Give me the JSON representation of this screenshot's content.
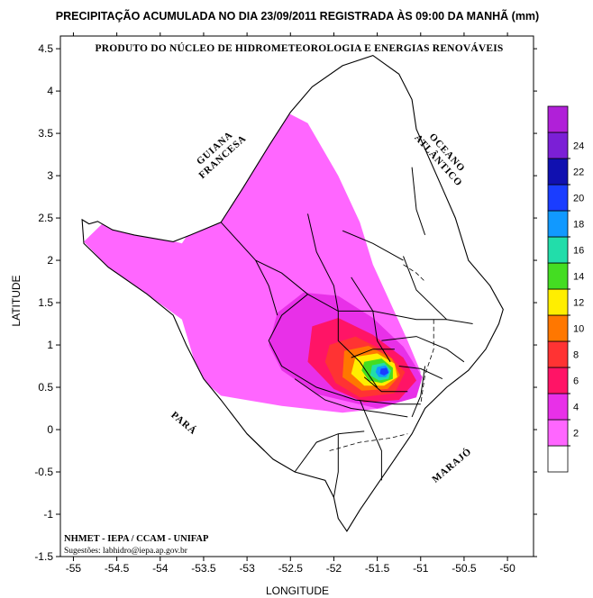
{
  "map": {
    "title": "PRECIPITAÇÃO ACUMULADA NO DIA 23/09/2011 REGISTRADA ÀS 09:00 DA MANHÃ (mm)",
    "subtitle": "PRODUTO DO NÚCLEO DE HIDROMETEOROLOGIA E ENERGIAS RENOVÁVEIS",
    "credit": "NHMET - IEPA  /  CCAM - UNIFAP",
    "suggestions": "Sugestões: labhidro@iepa.ap.gov.br",
    "xlabel": "LONGITUDE",
    "ylabel": "LATITUDE",
    "xlim": [
      -55.15,
      -49.7
    ],
    "ylim": [
      -1.5,
      4.65
    ],
    "x_ticks": [
      {
        "value": -55,
        "label": "-55"
      },
      {
        "value": -54.5,
        "label": "-54.5"
      },
      {
        "value": -54,
        "label": "-54"
      },
      {
        "value": -53.5,
        "label": "-53.5"
      },
      {
        "value": -53,
        "label": "-53"
      },
      {
        "value": -52.5,
        "label": "-52.5"
      },
      {
        "value": -52,
        "label": "-52"
      },
      {
        "value": -51.5,
        "label": "-51.5"
      },
      {
        "value": -51,
        "label": "-51"
      },
      {
        "value": -50.5,
        "label": "-50.5"
      },
      {
        "value": -50,
        "label": "-50"
      }
    ],
    "y_ticks": [
      {
        "value": 4.5,
        "label": "4.5"
      },
      {
        "value": 4,
        "label": "4"
      },
      {
        "value": 3.5,
        "label": "3.5"
      },
      {
        "value": 3,
        "label": "3"
      },
      {
        "value": 2.5,
        "label": "2.5"
      },
      {
        "value": 2,
        "label": "2"
      },
      {
        "value": 1.5,
        "label": "1.5"
      },
      {
        "value": 1,
        "label": "1"
      },
      {
        "value": 0.5,
        "label": "0.5"
      },
      {
        "value": 0,
        "label": "0"
      },
      {
        "value": -0.5,
        "label": "-0.5"
      },
      {
        "value": -1,
        "label": "-1"
      },
      {
        "value": -1.5,
        "label": "-1.5"
      }
    ],
    "region_labels": [
      {
        "name": "guiana-francesa",
        "lines": [
          "GUIANA",
          "FRANCESA"
        ],
        "lon": -53.35,
        "lat": 3.3,
        "rotate": -42
      },
      {
        "name": "oceano-atlantico",
        "lines": [
          "OCEANO",
          "ATLÂNTICO"
        ],
        "lon": -50.72,
        "lat": 3.25,
        "rotate": 48
      },
      {
        "name": "para",
        "lines": [
          "PARÁ"
        ],
        "lon": -53.75,
        "lat": 0.05,
        "rotate": 40
      },
      {
        "name": "marajo",
        "lines": [
          "MARAJÓ"
        ],
        "lon": -50.62,
        "lat": -0.45,
        "rotate": -40
      }
    ],
    "precipitation_zones": [
      {
        "level": 2,
        "color": "#ff66ff",
        "points": [
          [
            -54.65,
            2.45
          ],
          [
            -54.2,
            2.32
          ],
          [
            -53.75,
            2.2
          ],
          [
            -53.25,
            3.0
          ],
          [
            -52.95,
            3.55
          ],
          [
            -52.6,
            3.78
          ],
          [
            -52.3,
            3.62
          ],
          [
            -51.95,
            3.0
          ],
          [
            -51.7,
            2.45
          ],
          [
            -51.55,
            1.95
          ],
          [
            -51.35,
            1.5
          ],
          [
            -51.15,
            1.05
          ],
          [
            -51.0,
            0.68
          ],
          [
            -51.05,
            0.4
          ],
          [
            -51.45,
            0.25
          ],
          [
            -51.9,
            0.2
          ],
          [
            -52.6,
            0.28
          ],
          [
            -53.3,
            0.4
          ],
          [
            -53.55,
            0.62
          ],
          [
            -53.75,
            1.3
          ],
          [
            -54.15,
            1.6
          ],
          [
            -54.6,
            1.92
          ],
          [
            -54.88,
            2.22
          ]
        ]
      },
      {
        "level": 4,
        "color": "#e830e8",
        "points": [
          [
            -52.65,
            1.38
          ],
          [
            -52.35,
            1.62
          ],
          [
            -51.95,
            1.58
          ],
          [
            -51.55,
            1.32
          ],
          [
            -51.2,
            0.98
          ],
          [
            -50.98,
            0.62
          ],
          [
            -51.05,
            0.38
          ],
          [
            -51.5,
            0.25
          ],
          [
            -52.2,
            0.42
          ],
          [
            -52.6,
            0.7
          ],
          [
            -52.75,
            1.0
          ]
        ]
      },
      {
        "level": 6,
        "color": "#ff1466",
        "points": [
          [
            -52.25,
            1.22
          ],
          [
            -51.95,
            1.32
          ],
          [
            -51.55,
            1.12
          ],
          [
            -51.2,
            0.85
          ],
          [
            -51.05,
            0.58
          ],
          [
            -51.25,
            0.35
          ],
          [
            -51.65,
            0.32
          ],
          [
            -52.0,
            0.48
          ],
          [
            -52.3,
            0.8
          ]
        ]
      },
      {
        "level": 8,
        "color": "#ff3333",
        "points": [
          [
            -52.05,
            1.0
          ],
          [
            -51.75,
            1.1
          ],
          [
            -51.4,
            0.92
          ],
          [
            -51.18,
            0.68
          ],
          [
            -51.3,
            0.43
          ],
          [
            -51.7,
            0.38
          ],
          [
            -51.98,
            0.55
          ],
          [
            -52.1,
            0.8
          ]
        ]
      },
      {
        "level": 10,
        "color": "#ff7700",
        "points": [
          [
            -51.88,
            0.93
          ],
          [
            -51.6,
            0.99
          ],
          [
            -51.33,
            0.84
          ],
          [
            -51.24,
            0.64
          ],
          [
            -51.38,
            0.48
          ],
          [
            -51.68,
            0.46
          ],
          [
            -51.9,
            0.62
          ]
        ]
      },
      {
        "level": 12,
        "color": "#ffee00",
        "points": [
          [
            -51.75,
            0.86
          ],
          [
            -51.5,
            0.9
          ],
          [
            -51.3,
            0.78
          ],
          [
            -51.27,
            0.62
          ],
          [
            -51.42,
            0.52
          ],
          [
            -51.65,
            0.52
          ],
          [
            -51.8,
            0.66
          ]
        ]
      },
      {
        "level": 14,
        "color": "#44dd22",
        "points": [
          [
            -51.65,
            0.8
          ],
          [
            -51.45,
            0.84
          ],
          [
            -51.32,
            0.73
          ],
          [
            -51.32,
            0.6
          ],
          [
            -51.45,
            0.55
          ],
          [
            -51.6,
            0.58
          ],
          [
            -51.68,
            0.7
          ]
        ]
      },
      {
        "level": 16,
        "color": "#22ddaa",
        "points": [
          [
            -51.56,
            0.76
          ],
          [
            -51.42,
            0.79
          ],
          [
            -51.34,
            0.7
          ],
          [
            -51.37,
            0.6
          ],
          [
            -51.48,
            0.58
          ],
          [
            -51.58,
            0.64
          ]
        ]
      },
      {
        "level": 18,
        "color": "#1199ff",
        "points": [
          [
            -51.5,
            0.74
          ],
          [
            -51.4,
            0.76
          ],
          [
            -51.36,
            0.68
          ],
          [
            -51.4,
            0.62
          ],
          [
            -51.48,
            0.62
          ],
          [
            -51.52,
            0.68
          ]
        ]
      },
      {
        "level": 20,
        "color": "#1a3dff",
        "points": [
          [
            -51.46,
            0.72
          ],
          [
            -51.39,
            0.73
          ],
          [
            -51.37,
            0.67
          ],
          [
            -51.42,
            0.64
          ],
          [
            -51.47,
            0.66
          ]
        ]
      }
    ],
    "state_outline": [
      [
        -54.9,
        2.48
      ],
      [
        -54.82,
        2.43
      ],
      [
        -54.72,
        2.46
      ],
      [
        -54.55,
        2.36
      ],
      [
        -54.3,
        2.3
      ],
      [
        -53.85,
        2.22
      ],
      [
        -53.65,
        2.3
      ],
      [
        -53.3,
        2.45
      ],
      [
        -53.05,
        2.85
      ],
      [
        -52.75,
        3.35
      ],
      [
        -52.5,
        3.75
      ],
      [
        -52.25,
        4.05
      ],
      [
        -51.9,
        4.3
      ],
      [
        -51.55,
        4.42
      ],
      [
        -51.25,
        4.2
      ],
      [
        -51.1,
        3.9
      ],
      [
        -51.05,
        3.55
      ],
      [
        -50.9,
        3.2
      ],
      [
        -50.75,
        2.85
      ],
      [
        -50.6,
        2.5
      ],
      [
        -50.45,
        2.0
      ],
      [
        -50.2,
        1.7
      ],
      [
        -50.05,
        1.42
      ],
      [
        -50.1,
        1.25
      ],
      [
        -50.25,
        0.95
      ],
      [
        -50.45,
        0.7
      ],
      [
        -50.7,
        0.5
      ],
      [
        -50.95,
        0.25
      ],
      [
        -51.1,
        -0.05
      ],
      [
        -51.3,
        -0.35
      ],
      [
        -51.5,
        -0.65
      ],
      [
        -51.7,
        -0.95
      ],
      [
        -51.85,
        -1.2
      ],
      [
        -51.95,
        -1.05
      ],
      [
        -52.0,
        -0.8
      ],
      [
        -52.1,
        -0.6
      ],
      [
        -52.45,
        -0.5
      ],
      [
        -52.7,
        -0.35
      ],
      [
        -53.0,
        -0.05
      ],
      [
        -53.3,
        0.35
      ],
      [
        -53.5,
        0.6
      ],
      [
        -53.7,
        1.0
      ],
      [
        -53.85,
        1.35
      ],
      [
        -54.15,
        1.6
      ],
      [
        -54.6,
        1.92
      ],
      [
        -54.88,
        2.2
      ]
    ],
    "municipal_lines": [
      [
        [
          -53.3,
          2.45
        ],
        [
          -52.9,
          2.0
        ],
        [
          -52.6,
          1.85
        ],
        [
          -52.3,
          1.6
        ]
      ],
      [
        [
          -52.9,
          2.0
        ],
        [
          -52.75,
          1.7
        ],
        [
          -52.65,
          1.35
        ]
      ],
      [
        [
          -52.3,
          1.6
        ],
        [
          -52.6,
          1.35
        ],
        [
          -52.75,
          1.05
        ],
        [
          -52.6,
          0.75
        ],
        [
          -52.2,
          0.5
        ],
        [
          -51.75,
          0.35
        ],
        [
          -51.3,
          0.3
        ],
        [
          -51.0,
          0.3
        ]
      ],
      [
        [
          -52.3,
          2.55
        ],
        [
          -52.2,
          2.1
        ],
        [
          -52.0,
          1.7
        ],
        [
          -51.95,
          1.4
        ]
      ],
      [
        [
          -52.3,
          1.6
        ],
        [
          -51.95,
          1.4
        ],
        [
          -51.55,
          1.4
        ],
        [
          -51.05,
          1.3
        ],
        [
          -50.7,
          1.3
        ]
      ],
      [
        [
          -51.95,
          1.4
        ],
        [
          -51.95,
          1.05
        ],
        [
          -51.7,
          0.8
        ],
        [
          -51.5,
          0.5
        ]
      ],
      [
        [
          -51.8,
          1.8
        ],
        [
          -51.55,
          1.4
        ],
        [
          -51.5,
          1.05
        ],
        [
          -51.35,
          0.8
        ]
      ],
      [
        [
          -51.9,
          2.35
        ],
        [
          -51.55,
          2.2
        ],
        [
          -51.2,
          2.0
        ]
      ],
      [
        [
          -51.2,
          2.05
        ],
        [
          -51.05,
          1.65
        ],
        [
          -50.7,
          1.3
        ],
        [
          -50.4,
          1.25
        ]
      ],
      [
        [
          -51.1,
          3.1
        ],
        [
          -51.05,
          2.6
        ],
        [
          -50.95,
          2.3
        ]
      ],
      [
        [
          -51.45,
          1.05
        ],
        [
          -51.05,
          1.1
        ],
        [
          -50.7,
          0.95
        ],
        [
          -50.5,
          0.8
        ]
      ],
      [
        [
          -51.25,
          0.75
        ],
        [
          -51.0,
          0.72
        ],
        [
          -50.75,
          0.6
        ]
      ],
      [
        [
          -52.45,
          0.6
        ],
        [
          -52.1,
          0.35
        ],
        [
          -51.8,
          0.25
        ],
        [
          -51.45,
          0.2
        ],
        [
          -51.15,
          0.15
        ]
      ],
      [
        [
          -51.8,
          0.85
        ],
        [
          -51.55,
          0.95
        ],
        [
          -51.3,
          0.95
        ]
      ],
      [
        [
          -51.65,
          0.62
        ],
        [
          -51.45,
          0.45
        ],
        [
          -51.15,
          0.45
        ]
      ],
      [
        [
          -51.7,
          0.35
        ],
        [
          -51.6,
          0.1
        ],
        [
          -51.45,
          -0.25
        ],
        [
          -51.45,
          -0.6
        ]
      ],
      [
        [
          -52.45,
          -0.5
        ],
        [
          -52.2,
          -0.15
        ],
        [
          -51.95,
          -0.05
        ],
        [
          -51.65,
          -0.02
        ]
      ],
      [
        [
          -51.95,
          -0.05
        ],
        [
          -51.95,
          -0.5
        ],
        [
          -52.0,
          -0.8
        ]
      ],
      [
        [
          -52.8,
          -0.25
        ],
        [
          -53.0,
          -0.05
        ]
      ],
      [
        [
          -51.1,
          0.15
        ],
        [
          -51.0,
          0.4
        ],
        [
          -50.95,
          0.75
        ]
      ]
    ],
    "dashed_lines": [
      [
        [
          -50.85,
          1.3
        ],
        [
          -50.85,
          0.95
        ],
        [
          -50.95,
          0.65
        ],
        [
          -51.0,
          0.3
        ]
      ],
      [
        [
          -51.2,
          1.95
        ],
        [
          -51.05,
          1.85
        ],
        [
          -50.95,
          1.75
        ]
      ],
      [
        [
          -52.05,
          -0.25
        ],
        [
          -51.7,
          -0.15
        ],
        [
          -51.35,
          -0.1
        ],
        [
          -51.15,
          -0.05
        ]
      ]
    ],
    "colorbar": {
      "bands": [
        {
          "label": "",
          "color": "#ffffff"
        },
        {
          "label": "2",
          "color": "#ff66ff"
        },
        {
          "label": "4",
          "color": "#e830e8"
        },
        {
          "label": "6",
          "color": "#ff1466"
        },
        {
          "label": "8",
          "color": "#ff3333"
        },
        {
          "label": "10",
          "color": "#ff7700"
        },
        {
          "label": "12",
          "color": "#ffee00"
        },
        {
          "label": "14",
          "color": "#44dd22"
        },
        {
          "label": "16",
          "color": "#22ddaa"
        },
        {
          "label": "18",
          "color": "#1199ff"
        },
        {
          "label": "20",
          "color": "#1a3dff"
        },
        {
          "label": "22",
          "color": "#1010b0"
        },
        {
          "label": "24",
          "color": "#7b1fd6"
        },
        {
          "label": "",
          "color": "#b020d8"
        }
      ]
    }
  }
}
